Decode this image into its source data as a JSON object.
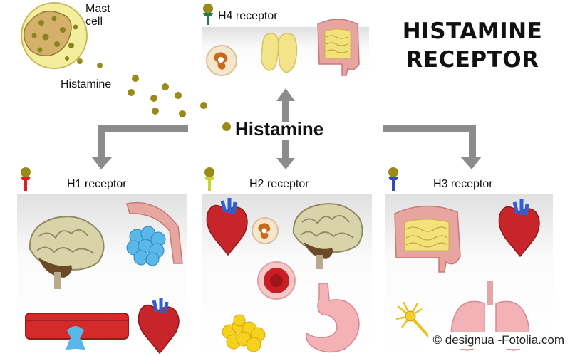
{
  "title": {
    "line1": "HISTAMINE",
    "line2": "RECEPTOR"
  },
  "mast_cell": {
    "line1": "Mast",
    "line2": "cell"
  },
  "histamine_small": "Histamine",
  "histamine_center": "Histamine",
  "receptors": {
    "h1": "H1 receptor",
    "h2": "H2 receptor",
    "h3": "H3 receptor",
    "h4": "H4 receptor"
  },
  "credit": "© designua -Fotolia.com",
  "colors": {
    "arrow": "#8c8c8c",
    "h1_receptor": "#e02020",
    "h2_receptor": "#c8d42a",
    "h3_receptor": "#2f4fb8",
    "h4_receptor": "#1f7a5a",
    "histamine_dot": "#9a8a1a"
  }
}
